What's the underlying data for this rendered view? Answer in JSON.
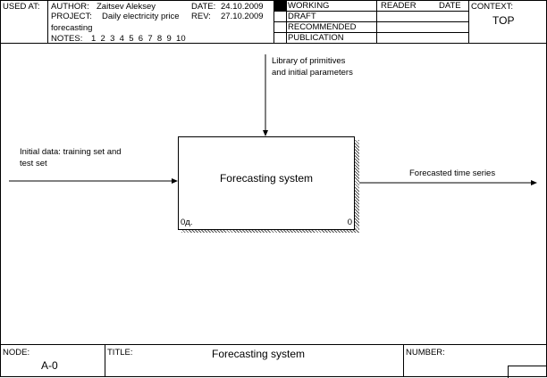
{
  "header": {
    "used_at_label": "USED AT:",
    "author_label": "AUTHOR:",
    "author_value": "Zaitsev Aleksey",
    "date_label": "DATE:",
    "date_value": "24.10.2009",
    "project_label": "PROJECT:",
    "project_value_line1": "Daily electricity price",
    "project_value_line2": "forecasting",
    "rev_label": "REV:",
    "rev_value": "27.10.2009",
    "notes_label": "NOTES:",
    "notes_numbers": "1  2  3  4  5  6  7  8  9  10",
    "status": [
      "WORKING",
      "DRAFT",
      "RECOMMENDED",
      "PUBLICATION"
    ],
    "reader_label": "READER",
    "reader_date_label": "DATE",
    "context_label": "CONTEXT:",
    "context_value": "TOP"
  },
  "diagram": {
    "activity_title": "Forecasting system",
    "activity_cost": "0д.",
    "activity_number": "0",
    "input_label_line1": "Initial data: training set and",
    "input_label_line2": "test set",
    "control_label_line1": "Library of primitives",
    "control_label_line2": "and initial parameters",
    "output_label": "Forecasted time series"
  },
  "footer": {
    "node_label": "NODE:",
    "node_value": "A-0",
    "title_label": "TITLE:",
    "title_value": "Forecasting system",
    "number_label": "NUMBER:"
  }
}
